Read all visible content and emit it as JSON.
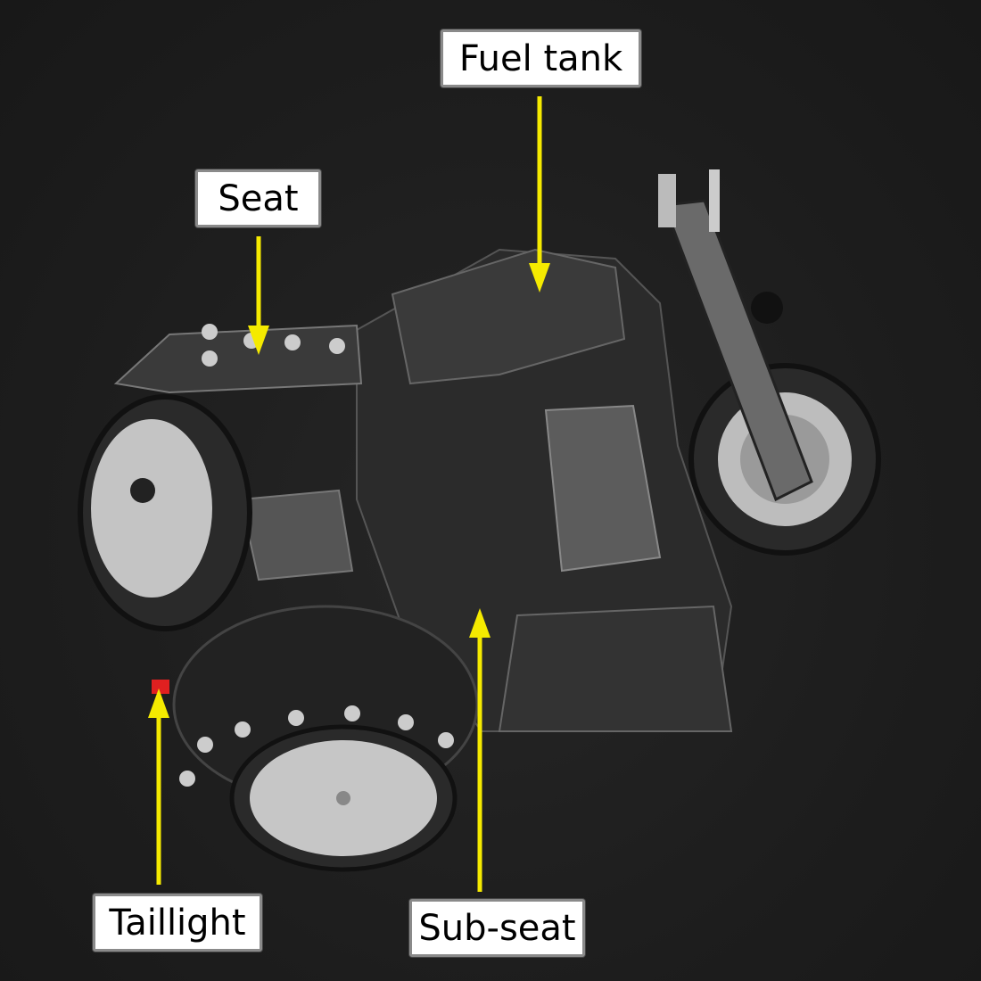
{
  "labels": {
    "fuel_tank": "Fuel tank",
    "seat": "Seat",
    "taillight": "Taillight",
    "sub_seat": "Sub-seat"
  },
  "colors": {
    "arrow": "#f5ea00",
    "background": "#1e1e1e",
    "taillight": "#e02020"
  }
}
